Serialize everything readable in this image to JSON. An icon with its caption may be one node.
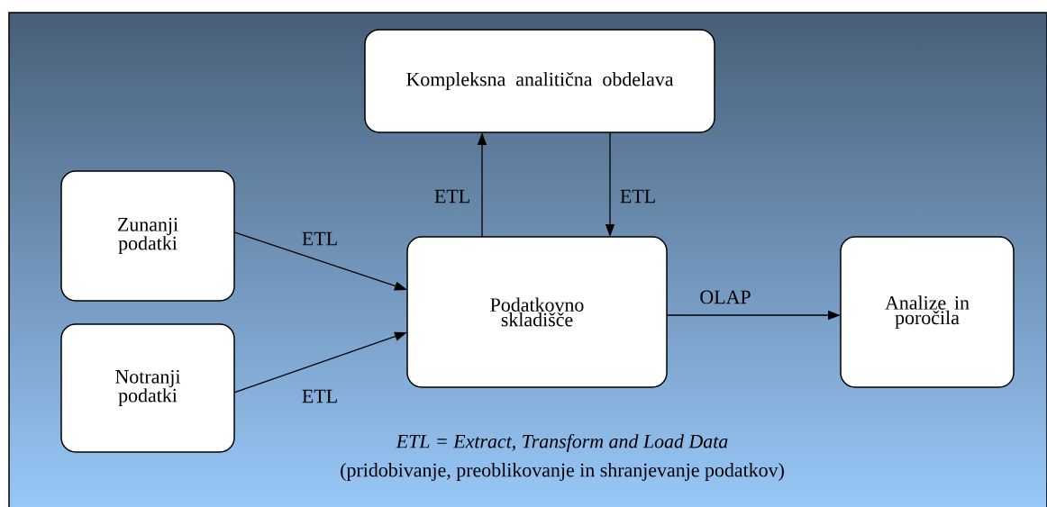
{
  "diagram": {
    "nodes": [
      {
        "text": [
          "Kompleksna analitična obdelava"
        ]
      },
      {
        "text": [
          "Zunanji podatki"
        ]
      },
      {
        "text": [
          "Notranji podatki"
        ]
      },
      {
        "text": [
          "Podatkovno skladišče"
        ]
      },
      {
        "text": [
          "Analize in poročila"
        ]
      }
    ],
    "edges": [
      {
        "from": 1,
        "to": 3,
        "arrow": "to",
        "label": "ETL"
      },
      {
        "from": 2,
        "to": 3,
        "arrow": "to",
        "label": "ETL"
      },
      {
        "from": 3,
        "to": 0,
        "arrow": "to",
        "label": "ETL"
      },
      {
        "from": 0,
        "to": 3,
        "arrow": "to",
        "label": "ETL"
      },
      {
        "from": 3,
        "to": 4,
        "arrow": "to",
        "label": "OLAP"
      }
    ],
    "labels": [
      "ETL = Extract, Transform and Load Data",
      "(pridobivanje, preoblikovanje in shranjevanje podatkov)"
    ]
  }
}
